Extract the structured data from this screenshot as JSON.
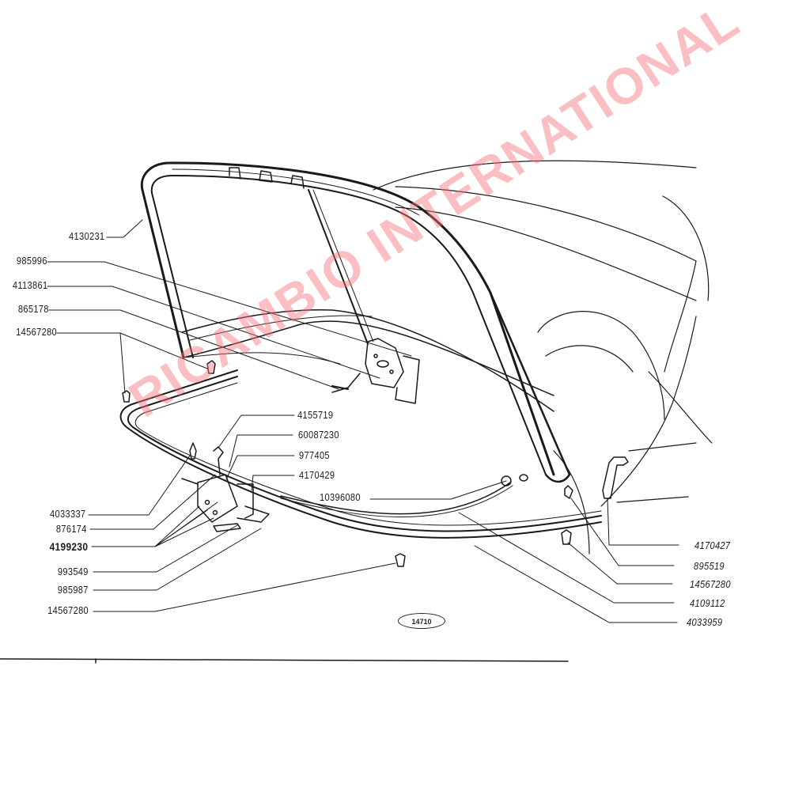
{
  "diagram": {
    "title": "Hood / Bonnet assembly exploded parts view",
    "figure_number": "14710",
    "watermark": "RICAMBIO INTERNATIONAL",
    "colors": {
      "line": "#1a1a1a",
      "background": "#ffffff",
      "watermark": "#f66e78"
    }
  },
  "labels": {
    "left_top": [
      {
        "id": "p1",
        "text": "4130231"
      },
      {
        "id": "p2",
        "text": "985996"
      },
      {
        "id": "p3",
        "text": "4113861"
      },
      {
        "id": "p4",
        "text": "865178"
      },
      {
        "id": "p5",
        "text": "14567280"
      }
    ],
    "center": [
      {
        "id": "p6",
        "text": "4155719"
      },
      {
        "id": "p7",
        "text": "60087230"
      },
      {
        "id": "p8",
        "text": "977405"
      },
      {
        "id": "p9",
        "text": "4170429"
      },
      {
        "id": "p10",
        "text": "10396080"
      }
    ],
    "left_bottom": [
      {
        "id": "p11",
        "text": "4033337"
      },
      {
        "id": "p12",
        "text": "876174"
      },
      {
        "id": "p13",
        "text": "4199230"
      },
      {
        "id": "p14",
        "text": "993549"
      },
      {
        "id": "p15",
        "text": "985987"
      },
      {
        "id": "p16",
        "text": "14567280"
      }
    ],
    "right": [
      {
        "id": "p17",
        "text": "4170427"
      },
      {
        "id": "p18",
        "text": "895519"
      },
      {
        "id": "p19",
        "text": "14567280"
      },
      {
        "id": "p20",
        "text": "4109112"
      },
      {
        "id": "p21",
        "text": "4033959"
      }
    ]
  }
}
